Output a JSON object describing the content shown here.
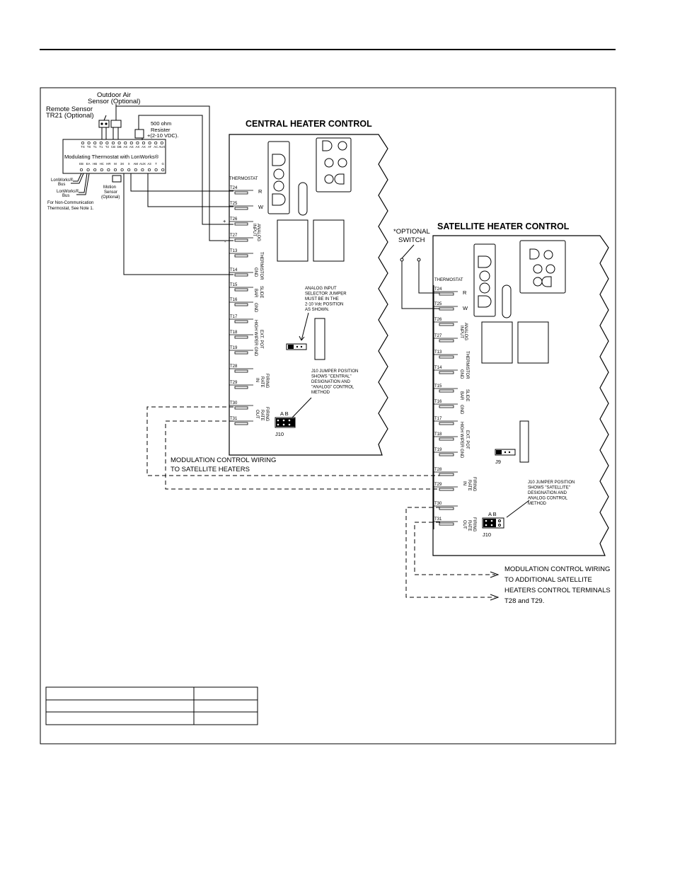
{
  "thermostat": {
    "remote_sensor_line1": "Remote Sensor",
    "remote_sensor_line2": "TR21  (Optional)",
    "outdoor_air_line1": "Outdoor Air",
    "outdoor_air_line2": "Sensor (Optional)",
    "resistor_line1": "500 ohm",
    "resistor_line2": "Resister",
    "resistor_line3": "+(2-10 VDC).",
    "title": "Modulating Thermostat with LonWorks®",
    "top_terminals": [
      "TS",
      "TS",
      "T1",
      "T1",
      "T2",
      "CB",
      "DB",
      "AS",
      "AS",
      "AX",
      "AX",
      "AT",
      "AC",
      "AUX"
    ],
    "bottom_terminals": [
      "EB",
      "EA",
      "HB",
      "HC",
      "HR",
      "M",
      "3X",
      "X",
      "AM",
      "AUX",
      "A3",
      "T",
      "G"
    ],
    "motion_line1": "Motion",
    "motion_line2": "Sensor",
    "motion_line3": "(Optional)",
    "lonworks1_line1": "LonWorks®",
    "lonworks1_line2": "Bus",
    "lonworks2_line1": "LonWorks®",
    "lonworks2_line2": "Bus",
    "note_line1": "For Non-Communication",
    "note_line2": "Thermostat, See Note 1."
  },
  "central": {
    "title": "CENTRAL HEATER CONTROL",
    "thermostat_label": "THERMOSTAT",
    "terminals": [
      "T24",
      "T25",
      "T26",
      "T27",
      "T13",
      "T14",
      "T15",
      "T16",
      "T17",
      "T18",
      "T19",
      "T28",
      "T29",
      "T30",
      "T31"
    ],
    "group_labels": {
      "r": "R",
      "w": "W",
      "analog": "ANALOG",
      "input": "INPUT",
      "plus": "+",
      "minus": "-",
      "thermistor": "THERMISTOR",
      "gnd": "GND",
      "slide": "SLIDE",
      "bar": "BAR",
      "ext_pot": "EXT. POT",
      "high_wiper_gnd": "HIGH WIPER GND",
      "firing": "FIRING",
      "rate": "RATE",
      "in": "IN",
      "out": "OUT"
    },
    "analog_note": [
      "ANALOG INPUT",
      "SELECTOR JUMPER",
      "MUST BE IN THE",
      "2-10 Vdc POSITION",
      "AS SHOWN."
    ],
    "j10_note": [
      "J10 JUMPER POSITION",
      "SHOWS \"CENTRAL\"",
      "DESIGNATION AND",
      "\"ANALOG\" CONTROL",
      "METHOD"
    ],
    "j10_label": "J10",
    "j10_ab": "A B",
    "wire_plus": "+",
    "wire_minus": "-"
  },
  "modulation_central": [
    "MODULATION CONTROL WIRING",
    "TO SATELLITE HEATERS"
  ],
  "optional_switch": [
    "*OPTIONAL",
    "SWITCH"
  ],
  "satellite": {
    "title": "SATELLITE HEATER CONTROL",
    "thermostat_label": "THERMOSTAT",
    "terminals": [
      "T24",
      "T25",
      "T26",
      "T27",
      "T13",
      "T14",
      "T15",
      "T16",
      "T17",
      "T18",
      "T19",
      "T28",
      "T29",
      "T30",
      "T31"
    ],
    "j9_label": "J9",
    "j10_label": "J10",
    "j10_ab": "A B",
    "j10_note": [
      "J10 JUMPER POSITION",
      "SHOWS \"SATELLITE\"",
      "DESIGNATION AND",
      "ANALOG CONTROL",
      "METHOD"
    ]
  },
  "modulation_satellite": [
    "MODULATION CONTROL WIRING",
    "TO ADDITIONAL SATELLITE",
    "HEATERS CONTROL TERMINALS",
    "T28 and T29."
  ]
}
